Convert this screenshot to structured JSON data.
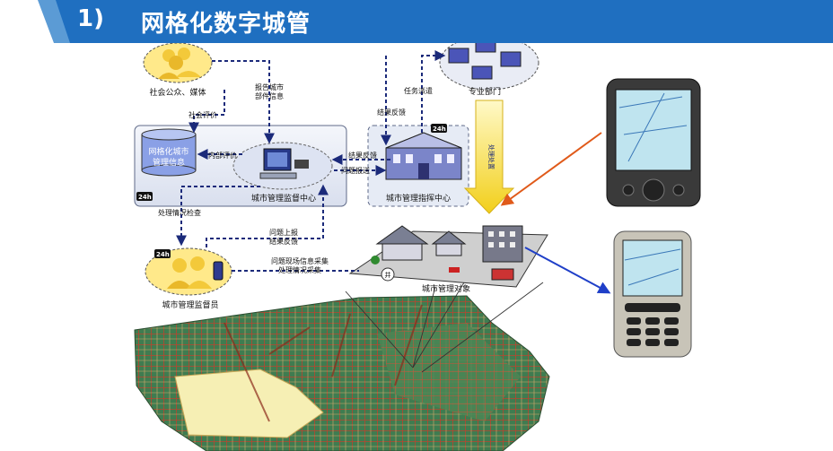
{
  "header": {
    "number": "1)",
    "title": "网格化数字城管"
  },
  "nodes": {
    "public": "社会公众、媒体",
    "specialized": "专业部门",
    "gridInfo": [
      "网格化城市",
      "管理信息"
    ],
    "supervisionCenter": "城市管理监督中心",
    "commandCenter": "城市管理指挥中心",
    "supervisor": "城市管理监督员",
    "objects": "城市管理对象"
  },
  "labels": {
    "report": [
      "报告城市",
      "部件信息"
    ],
    "socialEval": "社会评价",
    "internalEval": "内部评价",
    "resultFeedback1": "结果反馈",
    "issueReport": "问题报送",
    "taskDispatch": "任务派遣",
    "resultFeedback2": "结果反馈",
    "handlingCheck": "处理情况检查",
    "issueUpload": [
      "问题上报",
      "结果反馈"
    ],
    "fieldCollect": [
      "问题现场信息采集",
      "处理情况采集"
    ],
    "processing": "处理处置",
    "badge": "24h",
    "well": "井"
  }
}
